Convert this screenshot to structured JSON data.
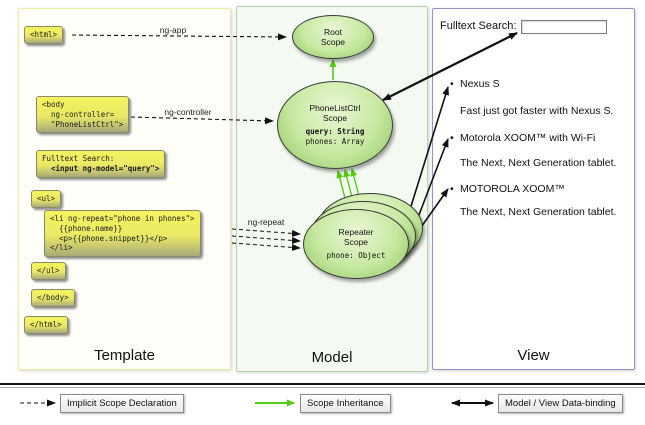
{
  "panels": {
    "template": {
      "label": "Template"
    },
    "model": {
      "label": "Model"
    },
    "view": {
      "label": "View"
    }
  },
  "code": {
    "html_open": "<html>",
    "body_open": "<body\n  ng-controller=\n  \"PhoneListCtrl\">",
    "fulltext_label": "Fulltext Search:",
    "input_line": "  <input ng-model=\"query\">",
    "ul_open": "<ul>",
    "li_block": "<li ng-repeat=\"phone in phones\">\n  {{phone.name}}\n  <p>{{phone.snippet}}</p>\n</li>",
    "ul_close": "</ul>",
    "body_close": "</body>",
    "html_close": "</html>"
  },
  "edges": {
    "ng_app": "ng-app",
    "ng_controller": "ng-controller",
    "ng_repeat": "ng-repeat"
  },
  "scopes": {
    "root": {
      "title": "Root\nScope"
    },
    "phonelist": {
      "title": "PhoneListCtrl\nScope",
      "prop_query": "query: String",
      "prop_phones": "phones: Array"
    },
    "repeater": {
      "title": "Repeater\nScope",
      "prop_phone": "phone: Object"
    }
  },
  "view": {
    "search_label": "Fulltext Search:",
    "search_value": "",
    "items": [
      {
        "bullet": "•",
        "text": "Nexus S"
      },
      {
        "bullet": "",
        "text": "Fast just got faster with Nexus S."
      },
      {
        "bullet": "•",
        "text": "Motorola XOOM™ with Wi-Fi"
      },
      {
        "bullet": "",
        "text": "The Next, Next Generation tablet."
      },
      {
        "bullet": "•",
        "text": "MOTOROLA XOOM™"
      },
      {
        "bullet": "",
        "text": "The Next, Next Generation tablet."
      }
    ]
  },
  "legend": {
    "implicit": "Implicit Scope Declaration",
    "inheritance": "Scope Inheritance",
    "binding": "Model / View Data-binding"
  },
  "colors": {
    "inheritance_arrow": "#55cc11",
    "arrow_black": "#111111",
    "scope_fill": "#8cc45e",
    "template_border": "#ecec9e",
    "model_border": "#b2d6aa",
    "view_border": "#9494c4"
  }
}
